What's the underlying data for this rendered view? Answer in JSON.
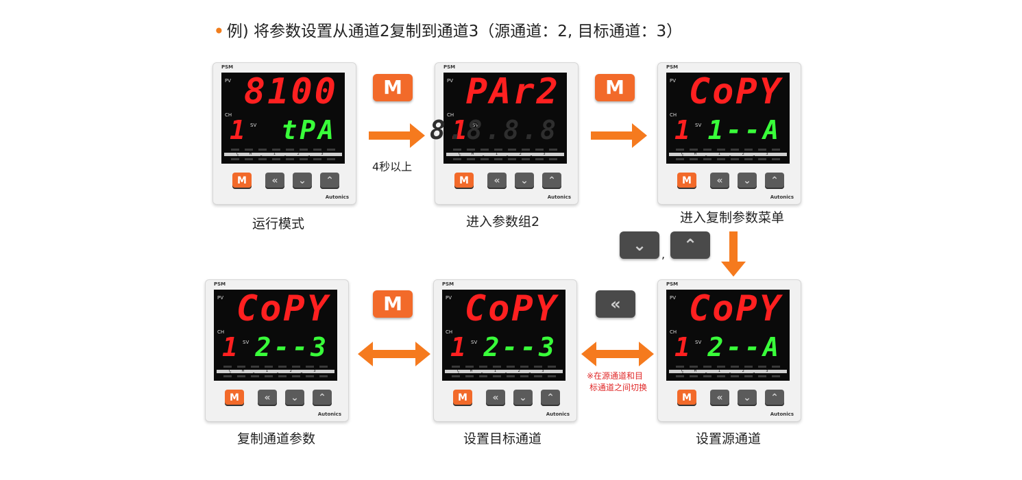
{
  "title": {
    "bullet": "•",
    "text": "例) 将参数设置从通道2复制到通道3（源通道：2,  目标通道：3）"
  },
  "device_labels": {
    "psm": "PSM",
    "pv": "PV",
    "ch": "CH",
    "sv": "SV",
    "brand": "Autonics",
    "ch_row": "CH 1 2 3 4 5 6 7 8"
  },
  "keys": {
    "m": "M",
    "left": "«",
    "down": "⌄",
    "up": "⌃"
  },
  "devices": [
    {
      "pv": "8100",
      "ch": "1",
      "sv": "tPA",
      "caption": "运行模式"
    },
    {
      "pv": "PAr2",
      "ch": "1",
      "sv": "8.8.8.8",
      "caption": "进入参数组2"
    },
    {
      "pv": "CoPY",
      "ch": "1",
      "sv": "1--A",
      "caption": "进入复制参数菜单"
    },
    {
      "pv": "CoPY",
      "ch": "1",
      "sv": "2--3",
      "caption": "复制通道参数"
    },
    {
      "pv": "CoPY",
      "ch": "1",
      "sv": "2--3",
      "caption": "设置目标通道"
    },
    {
      "pv": "CoPY",
      "ch": "1",
      "sv": "2--A",
      "caption": "设置源通道"
    }
  ],
  "step_labels": {
    "hold": "4秒以上",
    "comma": ","
  },
  "note": {
    "line1": "※在源通道和目",
    "line2": "标通道之间切换"
  },
  "colors": {
    "accent": "#f07d1d",
    "pv_red": "#ff2020",
    "sv_green": "#39ff3a",
    "note_red": "#e02828"
  }
}
